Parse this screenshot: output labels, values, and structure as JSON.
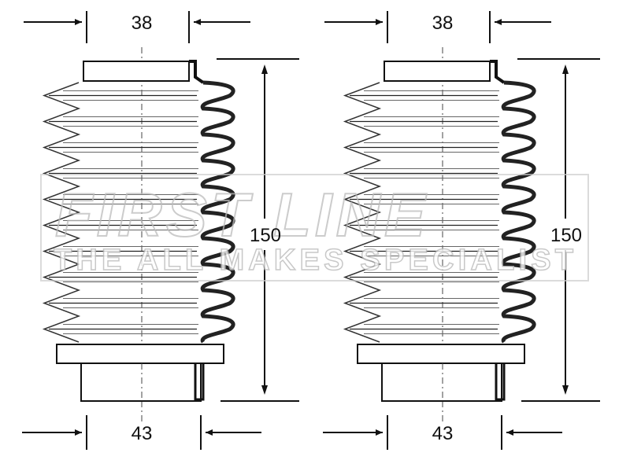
{
  "drawings": [
    {
      "top_width": "38",
      "bottom_width": "43",
      "length": "150"
    },
    {
      "top_width": "38",
      "bottom_width": "43",
      "length": "150"
    }
  ],
  "watermark": {
    "line1": "FIRST LINE",
    "line2": "THE ALL MAKES SPECIALIST"
  }
}
